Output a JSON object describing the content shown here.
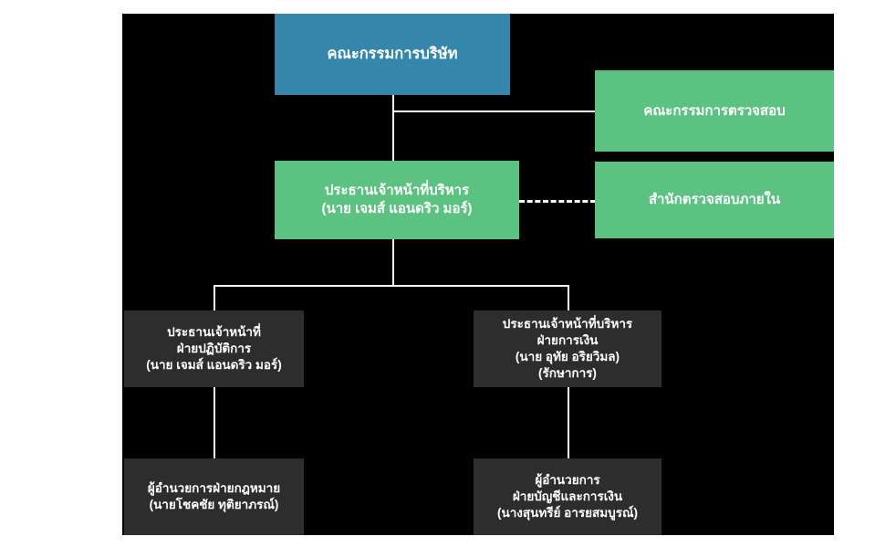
{
  "chart": {
    "type": "org-chart",
    "title": "",
    "canvas_background": "#000000",
    "page_background": "#ffffff",
    "colors": {
      "board": "#3486ab",
      "committee": "#5bc282",
      "executive": "#5bc282",
      "department": "#2d2d2d",
      "connector": "#ffffff",
      "text": "#ffffff"
    },
    "nodes": [
      {
        "id": "board-of-directors",
        "label": "คณะกรรมการบริษัท",
        "level": 0,
        "style": "board"
      },
      {
        "id": "audit-committee",
        "label": "คณะกรรมการตรวจสอบ",
        "level": 1,
        "style": "committee"
      },
      {
        "id": "chief-executive-officer",
        "label": "ประธานเจ้าหน้าที่บริหาร\n(นาย เจมส์ แอนดริว มอร์)",
        "level": 1,
        "style": "executive"
      },
      {
        "id": "internal-audit-office",
        "label": "สำนักตรวจสอบภายใน",
        "level": 1,
        "style": "committee"
      },
      {
        "id": "chief-operating-officer",
        "label": "ประธานเจ้าหน้าที่\nฝ่ายปฏิบัติการ\n(นาย เจมส์ แอนดริว มอร์)",
        "level": 2,
        "style": "department"
      },
      {
        "id": "chief-financial-officer",
        "label": "ประธานเจ้าหน้าที่บริหาร\nฝ่ายการเงิน\n(นาย อุทัย อริยวิมล)\n(รักษาการ)",
        "level": 2,
        "style": "department"
      },
      {
        "id": "legal-director",
        "label": "ผู้อำนวยการฝ่ายกฎหมาย\n(นายโชคชัย ทุติยาภรณ์)",
        "level": 3,
        "style": "department"
      },
      {
        "id": "accounting-finance-director",
        "label": "ผู้อำนวยการ\nฝ่ายบัญชีและการเงิน\n(นางสุนทรีย์ อารยสมบูรณ์)",
        "level": 3,
        "style": "department"
      }
    ],
    "edges": [
      {
        "from": "board-of-directors",
        "to": "audit-committee",
        "style": "solid"
      },
      {
        "from": "board-of-directors",
        "to": "chief-executive-officer",
        "style": "solid"
      },
      {
        "from": "chief-executive-officer",
        "to": "internal-audit-office",
        "style": "dashed"
      },
      {
        "from": "chief-executive-officer",
        "to": "chief-operating-officer",
        "style": "solid"
      },
      {
        "from": "chief-executive-officer",
        "to": "chief-financial-officer",
        "style": "solid"
      },
      {
        "from": "chief-operating-officer",
        "to": "legal-director",
        "style": "solid"
      },
      {
        "from": "chief-financial-officer",
        "to": "accounting-finance-director",
        "style": "solid"
      }
    ]
  }
}
